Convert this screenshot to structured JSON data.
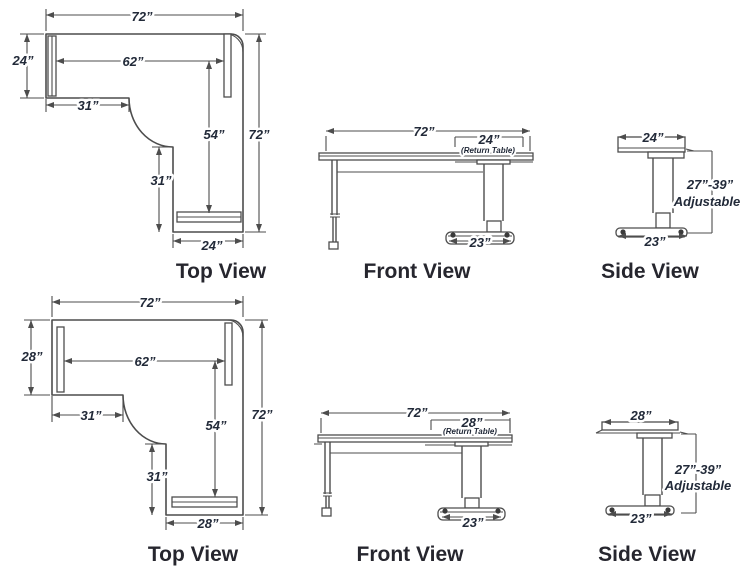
{
  "colors": {
    "line": "#4d4d4d",
    "text": "#222a39",
    "caption": "#26262e",
    "background": "#ffffff"
  },
  "rows": [
    {
      "top": {
        "caption": "Top View",
        "width": "72”",
        "depth": "24”",
        "surface": "62”",
        "return_left": "31”",
        "run": "54”",
        "overall": "72”",
        "inner": "31”",
        "return_width": "24”"
      },
      "front": {
        "caption": "Front View",
        "width": "72”",
        "return_width": "24”",
        "return_note": "(Return Table)",
        "base": "23”"
      },
      "side": {
        "caption": "Side View",
        "depth": "24”",
        "base": "23”",
        "height": "27”-39”",
        "height_note": "Adjustable"
      }
    },
    {
      "top": {
        "caption": "Top View",
        "width": "72”",
        "depth": "28”",
        "surface": "62”",
        "return_left": "31”",
        "run": "54”",
        "overall": "72”",
        "inner": "31”",
        "return_width": "28”"
      },
      "front": {
        "caption": "Front View",
        "width": "72”",
        "return_width": "28”",
        "return_note": "(Return Table)",
        "base": "23”"
      },
      "side": {
        "caption": "Side View",
        "depth": "28”",
        "base": "23”",
        "height": "27”-39”",
        "height_note": "Adjustable"
      }
    }
  ]
}
